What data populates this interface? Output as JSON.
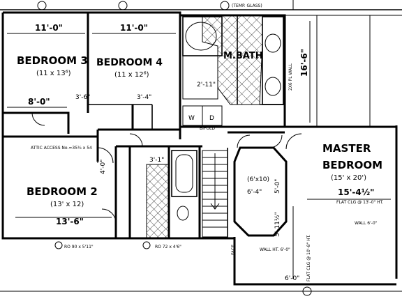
{
  "rooms": {
    "bedroom3": {
      "name": "BEDROOM 3",
      "size": "(11 x 13⁶)",
      "top_dim": "11'-0\"",
      "closet_dim": "8'-0\""
    },
    "bedroom4": {
      "name": "BEDROOM 4",
      "size": "(11 x 12⁶)",
      "top_dim": "11'-0\""
    },
    "mbath": {
      "name": "M.BATH"
    },
    "master": {
      "name_line1": "MASTER",
      "name_line2": "BEDROOM",
      "size": "(15' x 20')",
      "width_dim": "15'-4½\"",
      "side_dim": "16'-6\""
    },
    "bedroom2": {
      "name": "BEDROOM 2",
      "size": "(13' x 12)",
      "bottom_dim": "13'-6\""
    }
  },
  "labels": {
    "temp_glass": "(TEMP. GLASS)",
    "wall_height_1": "WALL HT. 6'-0\"",
    "wall_height_2": "WALL 6'-0\"",
    "flat_ceiling": "FLAT CLG @ 13'-0\" HT.",
    "flat_ceiling_2": "FLAT CLG @ 10'-8\" HT.",
    "attic_access": "ATTIC ACCESS No.=35¼ x 54",
    "plate_wall": "2X6 PL WALL",
    "dim_3_6": "3'-6\"",
    "dim_4_0": "4'-0\"",
    "dim_6_10": "(6'x10)",
    "dim_6_4": "6'-4\"",
    "dim_5_0": "5'-0\"",
    "dim_3_1": "3'-1\"",
    "dim_6_0": "6'-0\"",
    "dim_5_11": "5'-11½\"",
    "dim_2_11": "2'-11\"",
    "dim_3_4": "3'-4\"",
    "bifold": "BIFOLD",
    "window_1": "RO 90 x 5'11\"",
    "window_2": "RO 72 x 4'6\"",
    "face": "FACE"
  }
}
